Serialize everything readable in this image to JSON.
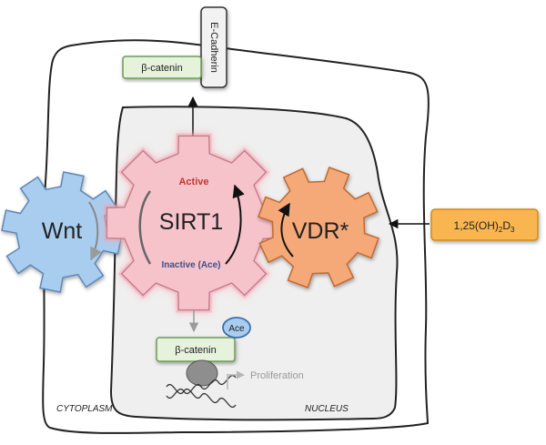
{
  "labels": {
    "e_cadherin": "E-Cadherin",
    "beta_catenin_top": "β-catenin",
    "wnt": "Wnt",
    "sirt1": "SIRT1",
    "active": "Active",
    "inactive": "Inactive (Ace)",
    "vdr": "VDR*",
    "vitamin_d_main": "1,25(OH)",
    "vitamin_d_sub2": "2",
    "vitamin_d_mid": "D",
    "vitamin_d_sub3": "3",
    "ace": "Ace",
    "beta_catenin_bottom": "β-catenin",
    "proliferation": "Proliferation",
    "cytoplasm": "CYTOPLASM",
    "nucleus": "NUCLEUS"
  },
  "colors": {
    "wnt_fill": "#a9cdef",
    "wnt_stroke": "#5f87b6",
    "sirt1_fill": "#f6c3cb",
    "sirt1_stroke": "#c57f8c",
    "vdr_fill": "#f5a878",
    "vdr_stroke": "#c06a33",
    "vitd_fill": "#f9b550",
    "vitd_stroke": "#cf8a1c",
    "box_green_fill": "#e6f2dc",
    "box_green_stroke": "#6c9b55",
    "nucleus_fill": "#efefef",
    "active_text": "#c0392b",
    "inactive_text": "#3d4f8a",
    "ace_fill": "#a9cdef",
    "ace_stroke": "#3e6fae"
  }
}
